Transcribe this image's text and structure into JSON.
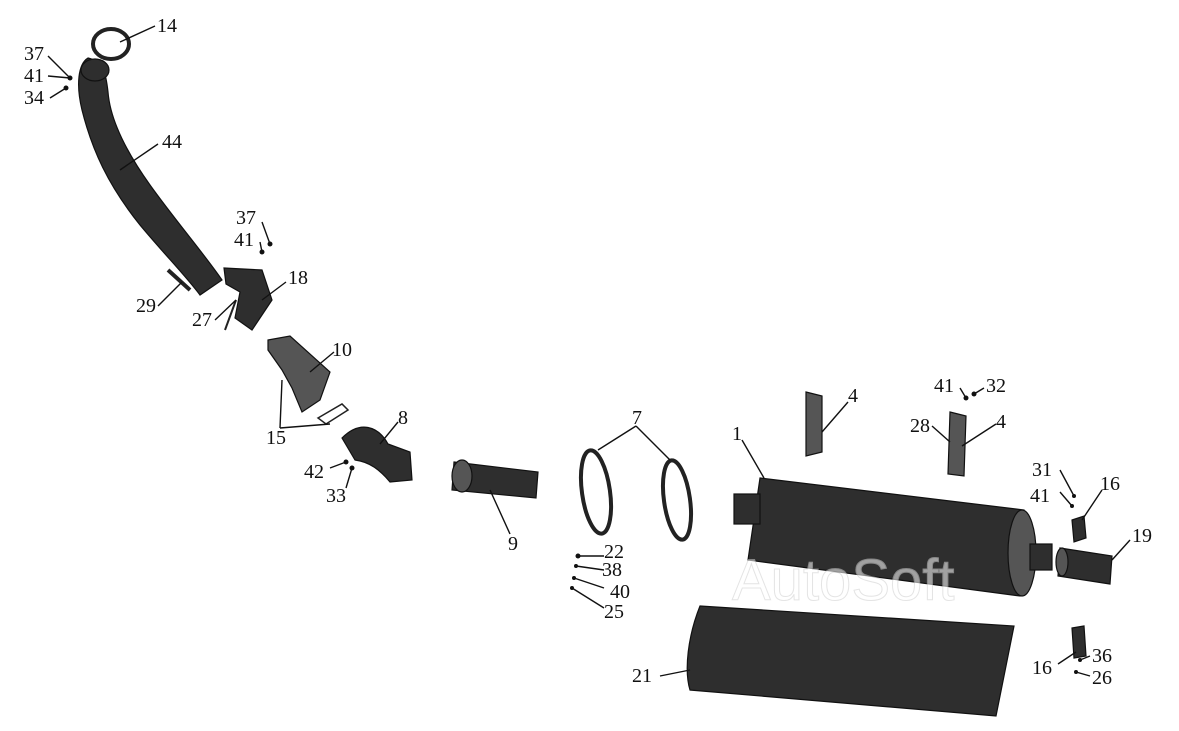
{
  "watermark": "AutoSoft",
  "callouts": {
    "c1": "1",
    "c4a": "4",
    "c4b": "4",
    "c7": "7",
    "c8": "8",
    "c9": "9",
    "c10": "10",
    "c14": "14",
    "c15": "15",
    "c16a": "16",
    "c16b": "16",
    "c18": "18",
    "c19": "19",
    "c21": "21",
    "c22": "22",
    "c25": "25",
    "c26": "26",
    "c27": "27",
    "c28": "28",
    "c29": "29",
    "c31": "31",
    "c32": "32",
    "c33": "33",
    "c34": "34",
    "c36": "36",
    "c37a": "37",
    "c37b": "37",
    "c38": "38",
    "c40": "40",
    "c41a": "41",
    "c41b": "41",
    "c41c": "41",
    "c41d": "41",
    "c42": "42",
    "c44": "44"
  }
}
